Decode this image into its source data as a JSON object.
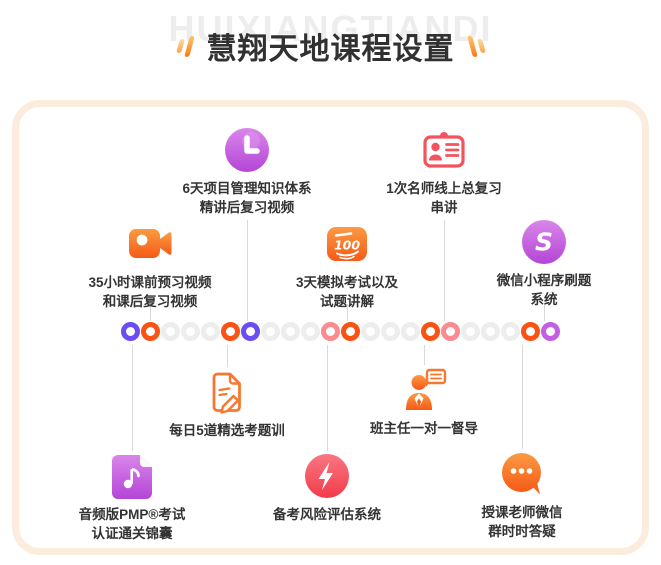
{
  "header": {
    "watermark": "HUIXIANGTIANDI",
    "title": "慧翔天地课程设置"
  },
  "colors": {
    "orange": "#f8742c",
    "coral": "#f4535e",
    "orchid": "#c45edd",
    "card_border": "#fcecdd",
    "ring_violet": "#6b4df2",
    "ring_orange": "#f85315",
    "ring_pink": "#f98b91",
    "ring_gray": "#ededed",
    "ring_orchid": "#c35fe2"
  },
  "diagram": {
    "items": [
      {
        "icon": "clock-icon",
        "label": "6天项目管理知识体系\n精讲后复习视频"
      },
      {
        "icon": "id-card-icon",
        "label": "1次名师线上总复习\n串讲"
      },
      {
        "icon": "video-camera-icon",
        "label": "35小时课前预习视频\n和课后复习视频"
      },
      {
        "icon": "score-100-icon",
        "label": "3天模拟考试以及\n试题讲解"
      },
      {
        "icon": "miniprogram-icon",
        "label": "微信小程序刷题\n系统"
      },
      {
        "icon": "exam-pen-icon",
        "label": "每日5道精选考题训"
      },
      {
        "icon": "tutor-icon",
        "label": "班主任一对一督导"
      },
      {
        "icon": "audio-file-icon",
        "label": "音频版PMP®考试\n认证通关锦囊"
      },
      {
        "icon": "lightning-icon",
        "label": "备考风险评估系统"
      },
      {
        "icon": "chat-icon",
        "label": "授课老师微信\n群时时答疑"
      }
    ],
    "timeline_rings": [
      "violet",
      "orange",
      "gray",
      "gray",
      "gray",
      "orange",
      "violet",
      "gray",
      "gray",
      "gray",
      "pink",
      "orange",
      "gray",
      "gray",
      "gray",
      "orange",
      "pink",
      "gray",
      "gray",
      "gray",
      "orange",
      "orchid"
    ]
  }
}
